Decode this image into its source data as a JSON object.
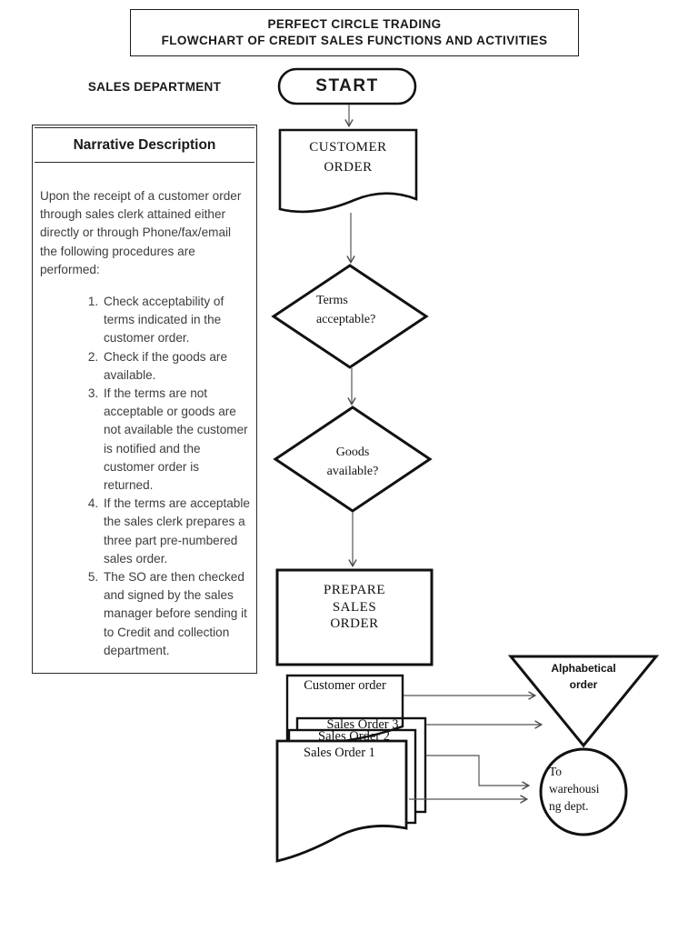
{
  "page": {
    "title_line1": "PERFECT CIRCLE TRADING",
    "title_line2": "FLOWCHART OF CREDIT SALES FUNCTIONS AND ACTIVITIES",
    "department_label": "SALES DEPARTMENT"
  },
  "narrative": {
    "header": "Narrative Description",
    "intro": "Upon the receipt of a customer order through sales clerk attained either directly or through Phone/fax/email the following procedures are performed:",
    "items": [
      "Check acceptability of terms indicated in the customer order.",
      "Check if the goods are available.",
      "If the terms are not acceptable or goods are not available the customer is notified and the customer order is returned.",
      "If the terms are acceptable the sales clerk prepares a three part pre-numbered sales order.",
      "The SO are then checked and signed by the sales manager before sending it to Credit and collection department."
    ]
  },
  "flowchart": {
    "start_label": "START",
    "customer_order": {
      "line1": "CUSTOMER",
      "line2": "ORDER"
    },
    "decision_terms": {
      "line1": "Terms",
      "line2": "acceptable?"
    },
    "decision_goods": {
      "line1": "Goods",
      "line2": "available?"
    },
    "process_prepare": {
      "line1": "PREPARE",
      "line2": "SALES",
      "line3": "ORDER"
    },
    "documents": [
      "Customer order",
      "Sales Order 3",
      "Sales Order 2",
      "Sales Order 1"
    ],
    "file_triangle": {
      "line1": "Alphabetical",
      "line2": "order"
    },
    "connector_circle": {
      "line1": "To",
      "line2": "warehousi",
      "line3": "ng dept."
    }
  },
  "colors": {
    "shape_stroke": "#111111",
    "connector": "#555555",
    "text": "#1a1a1a",
    "body_text": "#3d3d3d",
    "background": "#ffffff"
  }
}
